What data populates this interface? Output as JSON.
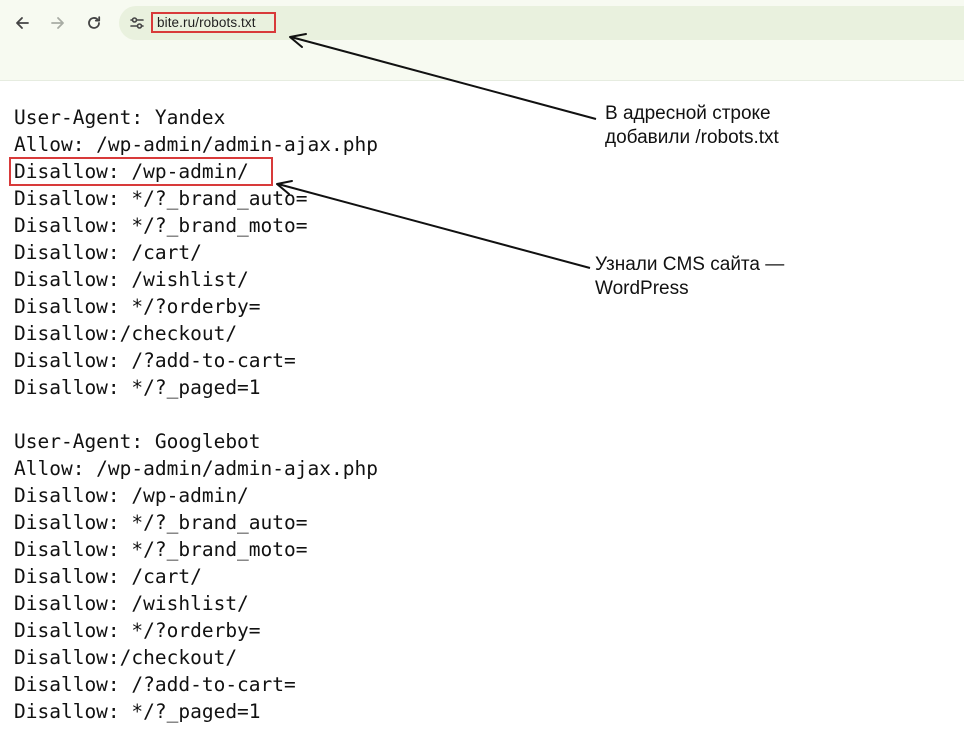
{
  "browser": {
    "url": "bite.ru/robots.txt"
  },
  "file": {
    "lines": [
      "User-Agent: Yandex",
      "Allow: /wp-admin/admin-ajax.php",
      "Disallow: /wp-admin/",
      "Disallow: */?_brand_auto=",
      "Disallow: */?_brand_moto=",
      "Disallow: /cart/",
      "Disallow: /wishlist/",
      "Disallow: */?orderby=",
      "Disallow:/checkout/",
      "Disallow: /?add-to-cart=",
      "Disallow: */?_paged=1",
      "",
      "User-Agent: Googlebot",
      "Allow: /wp-admin/admin-ajax.php",
      "Disallow: /wp-admin/",
      "Disallow: */?_brand_auto=",
      "Disallow: */?_brand_moto=",
      "Disallow: /cart/",
      "Disallow: /wishlist/",
      "Disallow: */?orderby=",
      "Disallow:/checkout/",
      "Disallow: /?add-to-cart=",
      "Disallow: */?_paged=1"
    ]
  },
  "annotations": {
    "url_note": {
      "line1": "В адресной строке",
      "line2": "добавили /robots.txt"
    },
    "cms_note": {
      "line1": "Узнали CMS сайта —",
      "line2": "WordPress"
    }
  },
  "colors": {
    "highlight": "#d83a3a",
    "toolbar": "#f7faf1",
    "omnibox": "#e9f1de"
  }
}
